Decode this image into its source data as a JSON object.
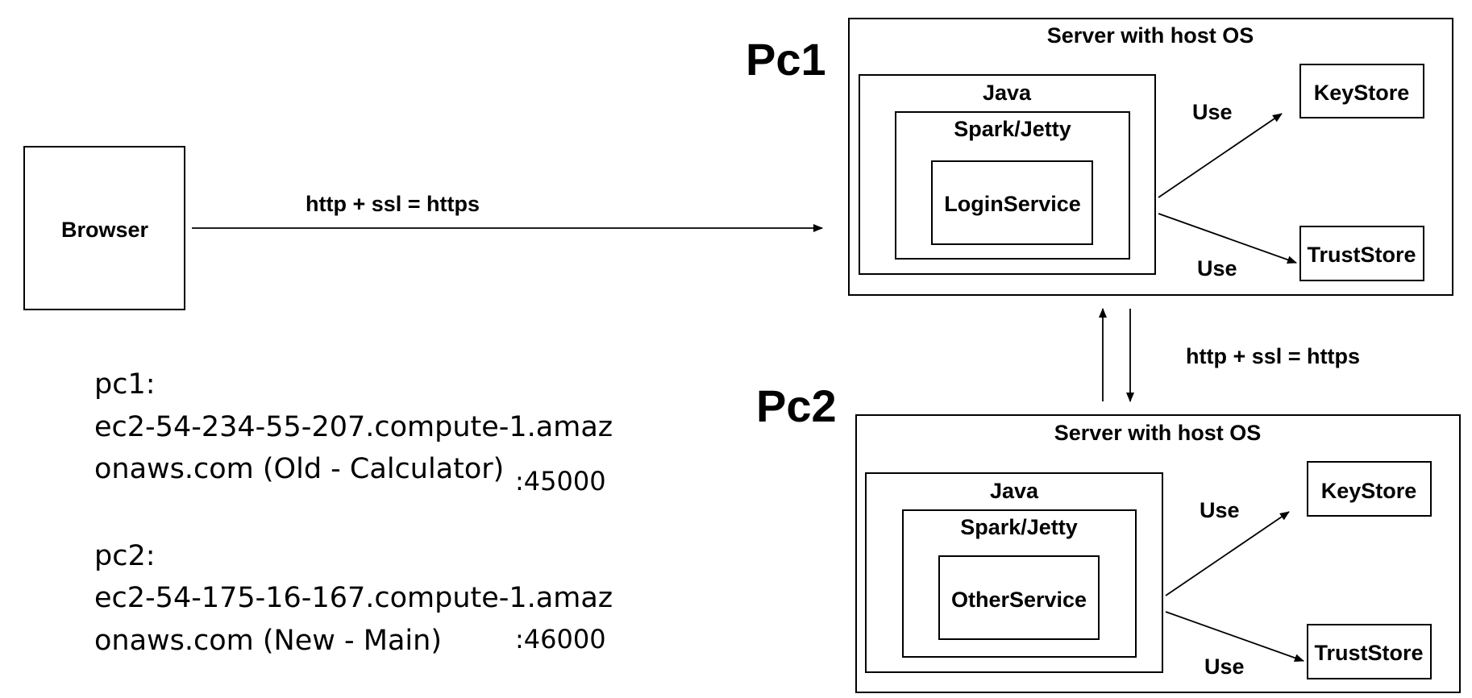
{
  "browser": {
    "label": "Browser"
  },
  "links": {
    "browser_to_pc1": "http + ssl = https",
    "pc1_to_pc2": "http + ssl = https"
  },
  "pc1": {
    "title": "Pc1",
    "server": "Server with host OS",
    "java": "Java",
    "framework": "Spark/Jetty",
    "service": "LoginService",
    "keystore": "KeyStore",
    "truststore": "TrustStore",
    "use_top": "Use",
    "use_bottom": "Use"
  },
  "pc2": {
    "title": "Pc2",
    "server": "Server with host OS",
    "java": "Java",
    "framework": "Spark/Jetty",
    "service": "OtherService",
    "keystore": "KeyStore",
    "truststore": "TrustStore",
    "use_top": "Use",
    "use_bottom": "Use"
  },
  "notes": {
    "pc1_label": "pc1:",
    "pc1_host_line1": "ec2-54-234-55-207.compute-1.amaz",
    "pc1_host_line2": "onaws.com (Old - Calculator)",
    "pc1_port": ":45000",
    "pc2_label": "pc2:",
    "pc2_host_line1": "ec2-54-175-16-167.compute-1.amaz",
    "pc2_host_line2": "onaws.com (New - Main)",
    "pc2_port": ":46000"
  }
}
